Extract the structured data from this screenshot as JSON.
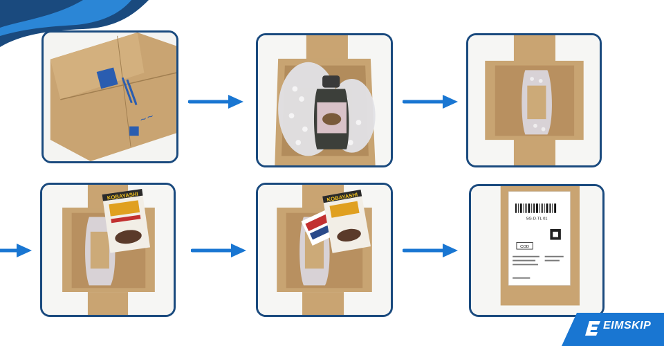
{
  "brand": {
    "logo_text": "EIMSKIP",
    "primary_color": "#1a4a7e",
    "accent_color": "#1976d2",
    "light_accent": "#2e8de0"
  },
  "steps": [
    {
      "name": "flat-box",
      "description_icon": "cardboard-box-icon"
    },
    {
      "name": "bubble-wrapped-bottle",
      "description_icon": "bottle-icon"
    },
    {
      "name": "bottle-packed",
      "description_icon": "box-open-icon"
    },
    {
      "name": "flyer-added",
      "description_icon": "flyer-icon"
    },
    {
      "name": "second-flyer-added",
      "description_icon": "flyer-icon"
    },
    {
      "name": "sealed-labeled-box",
      "description_icon": "shipping-label-icon"
    }
  ],
  "label": {
    "cod_text": "COD",
    "code_text": "SG-D-TL 01"
  },
  "flyer": {
    "title_text": "KOBAYASHI"
  }
}
